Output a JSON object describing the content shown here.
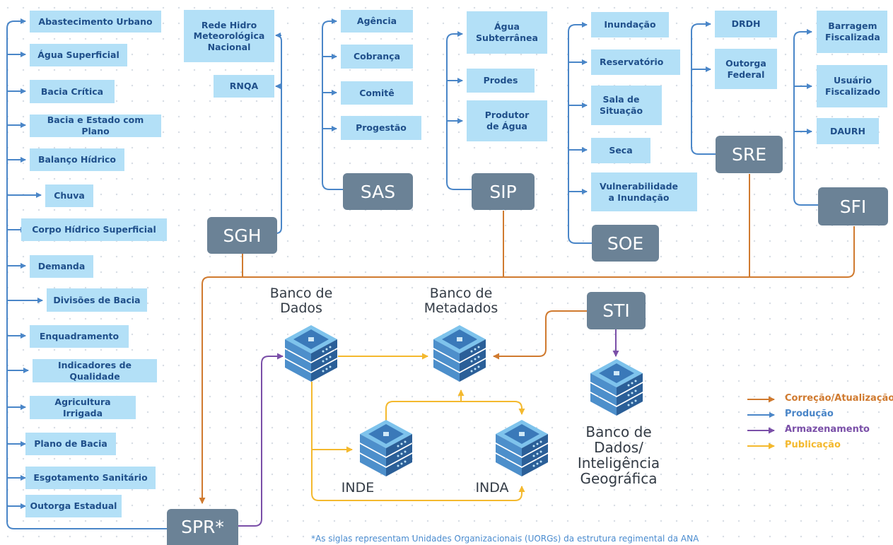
{
  "left_items": [
    "Abastecimento Urbano",
    "Água Superficial",
    "Bacia Crítica",
    "Bacia e Estado com Plano",
    "Balanço Hídrico",
    "Chuva",
    "Corpo Hídrico Superficial",
    "Demanda",
    "Divisões de Bacia",
    "Enquadramento",
    "Indicadores de Qualidade",
    "Agricultura Irrigada",
    "Plano de Bacia",
    "Esgotamento Sanitário",
    "Outorga Estadual"
  ],
  "units": {
    "sgh": "SGH",
    "sas": "SAS",
    "sip": "SIP",
    "soe": "SOE",
    "sre": "SRE",
    "sfi": "SFI",
    "sti": "STI",
    "spr": "SPR*"
  },
  "sgh_items": [
    "Rede Hidro\nMeteorológica\nNacional",
    "RNQA"
  ],
  "sas_items": [
    "Agência",
    "Cobrança",
    "Comitê",
    "Progestão"
  ],
  "sip_items": [
    "Água\nSubterrânea",
    "Prodes",
    "Produtor\nde Água"
  ],
  "soe_items": [
    "Inundação",
    "Reservatório",
    "Sala de\nSituação",
    "Seca",
    "Vulnerabilidade\na Inundação"
  ],
  "sre_items": [
    "DRDH",
    "Outorga\nFederal"
  ],
  "sfi_items": [
    "Barragem\nFiscalizada",
    "Usuário\nFiscalizado",
    "DAURH"
  ],
  "databases": {
    "banco_dados": "Banco de\nDados",
    "banco_metadados": "Banco de\nMetadados",
    "inde": "INDE",
    "inda": "INDA",
    "banco_ig": "Banco de\nDados/\nInteligência\nGeográfica"
  },
  "legend": [
    {
      "label": "Correção/Atualização",
      "color": "#d07a2f"
    },
    {
      "label": "Produção",
      "color": "#4a86c8"
    },
    {
      "label": "Armazenamento",
      "color": "#7a4fa8"
    },
    {
      "label": "Publicação",
      "color": "#f4b92e"
    }
  ],
  "footnote": "*As siglas representam Unidades Organizacionais (UORGs) da estrutura regimental da ANA"
}
